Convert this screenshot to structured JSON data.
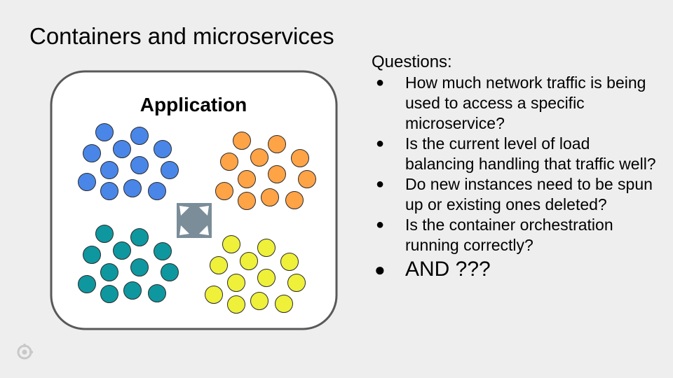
{
  "slide": {
    "title": "Containers and microservices"
  },
  "diagram": {
    "app_label": "Application",
    "colors": {
      "blue": "#4a86e8",
      "orange": "#ffa347",
      "teal": "#0e979f",
      "yellow": "#eef03a",
      "connector": "#7a8d99",
      "frame_border": "#595959",
      "frame_fill": "#ffffff"
    }
  },
  "questions": {
    "heading": "Questions:",
    "items": [
      "How much network traffic is being used to access a specific microservice?",
      "Is the current level of load balancing handling that traffic well?",
      "Do new instances need to be spun up or existing ones deleted?",
      "Is the container orchestration running correctly?",
      "AND ???"
    ]
  },
  "logo": {
    "icon": "grafana-logo-icon"
  }
}
